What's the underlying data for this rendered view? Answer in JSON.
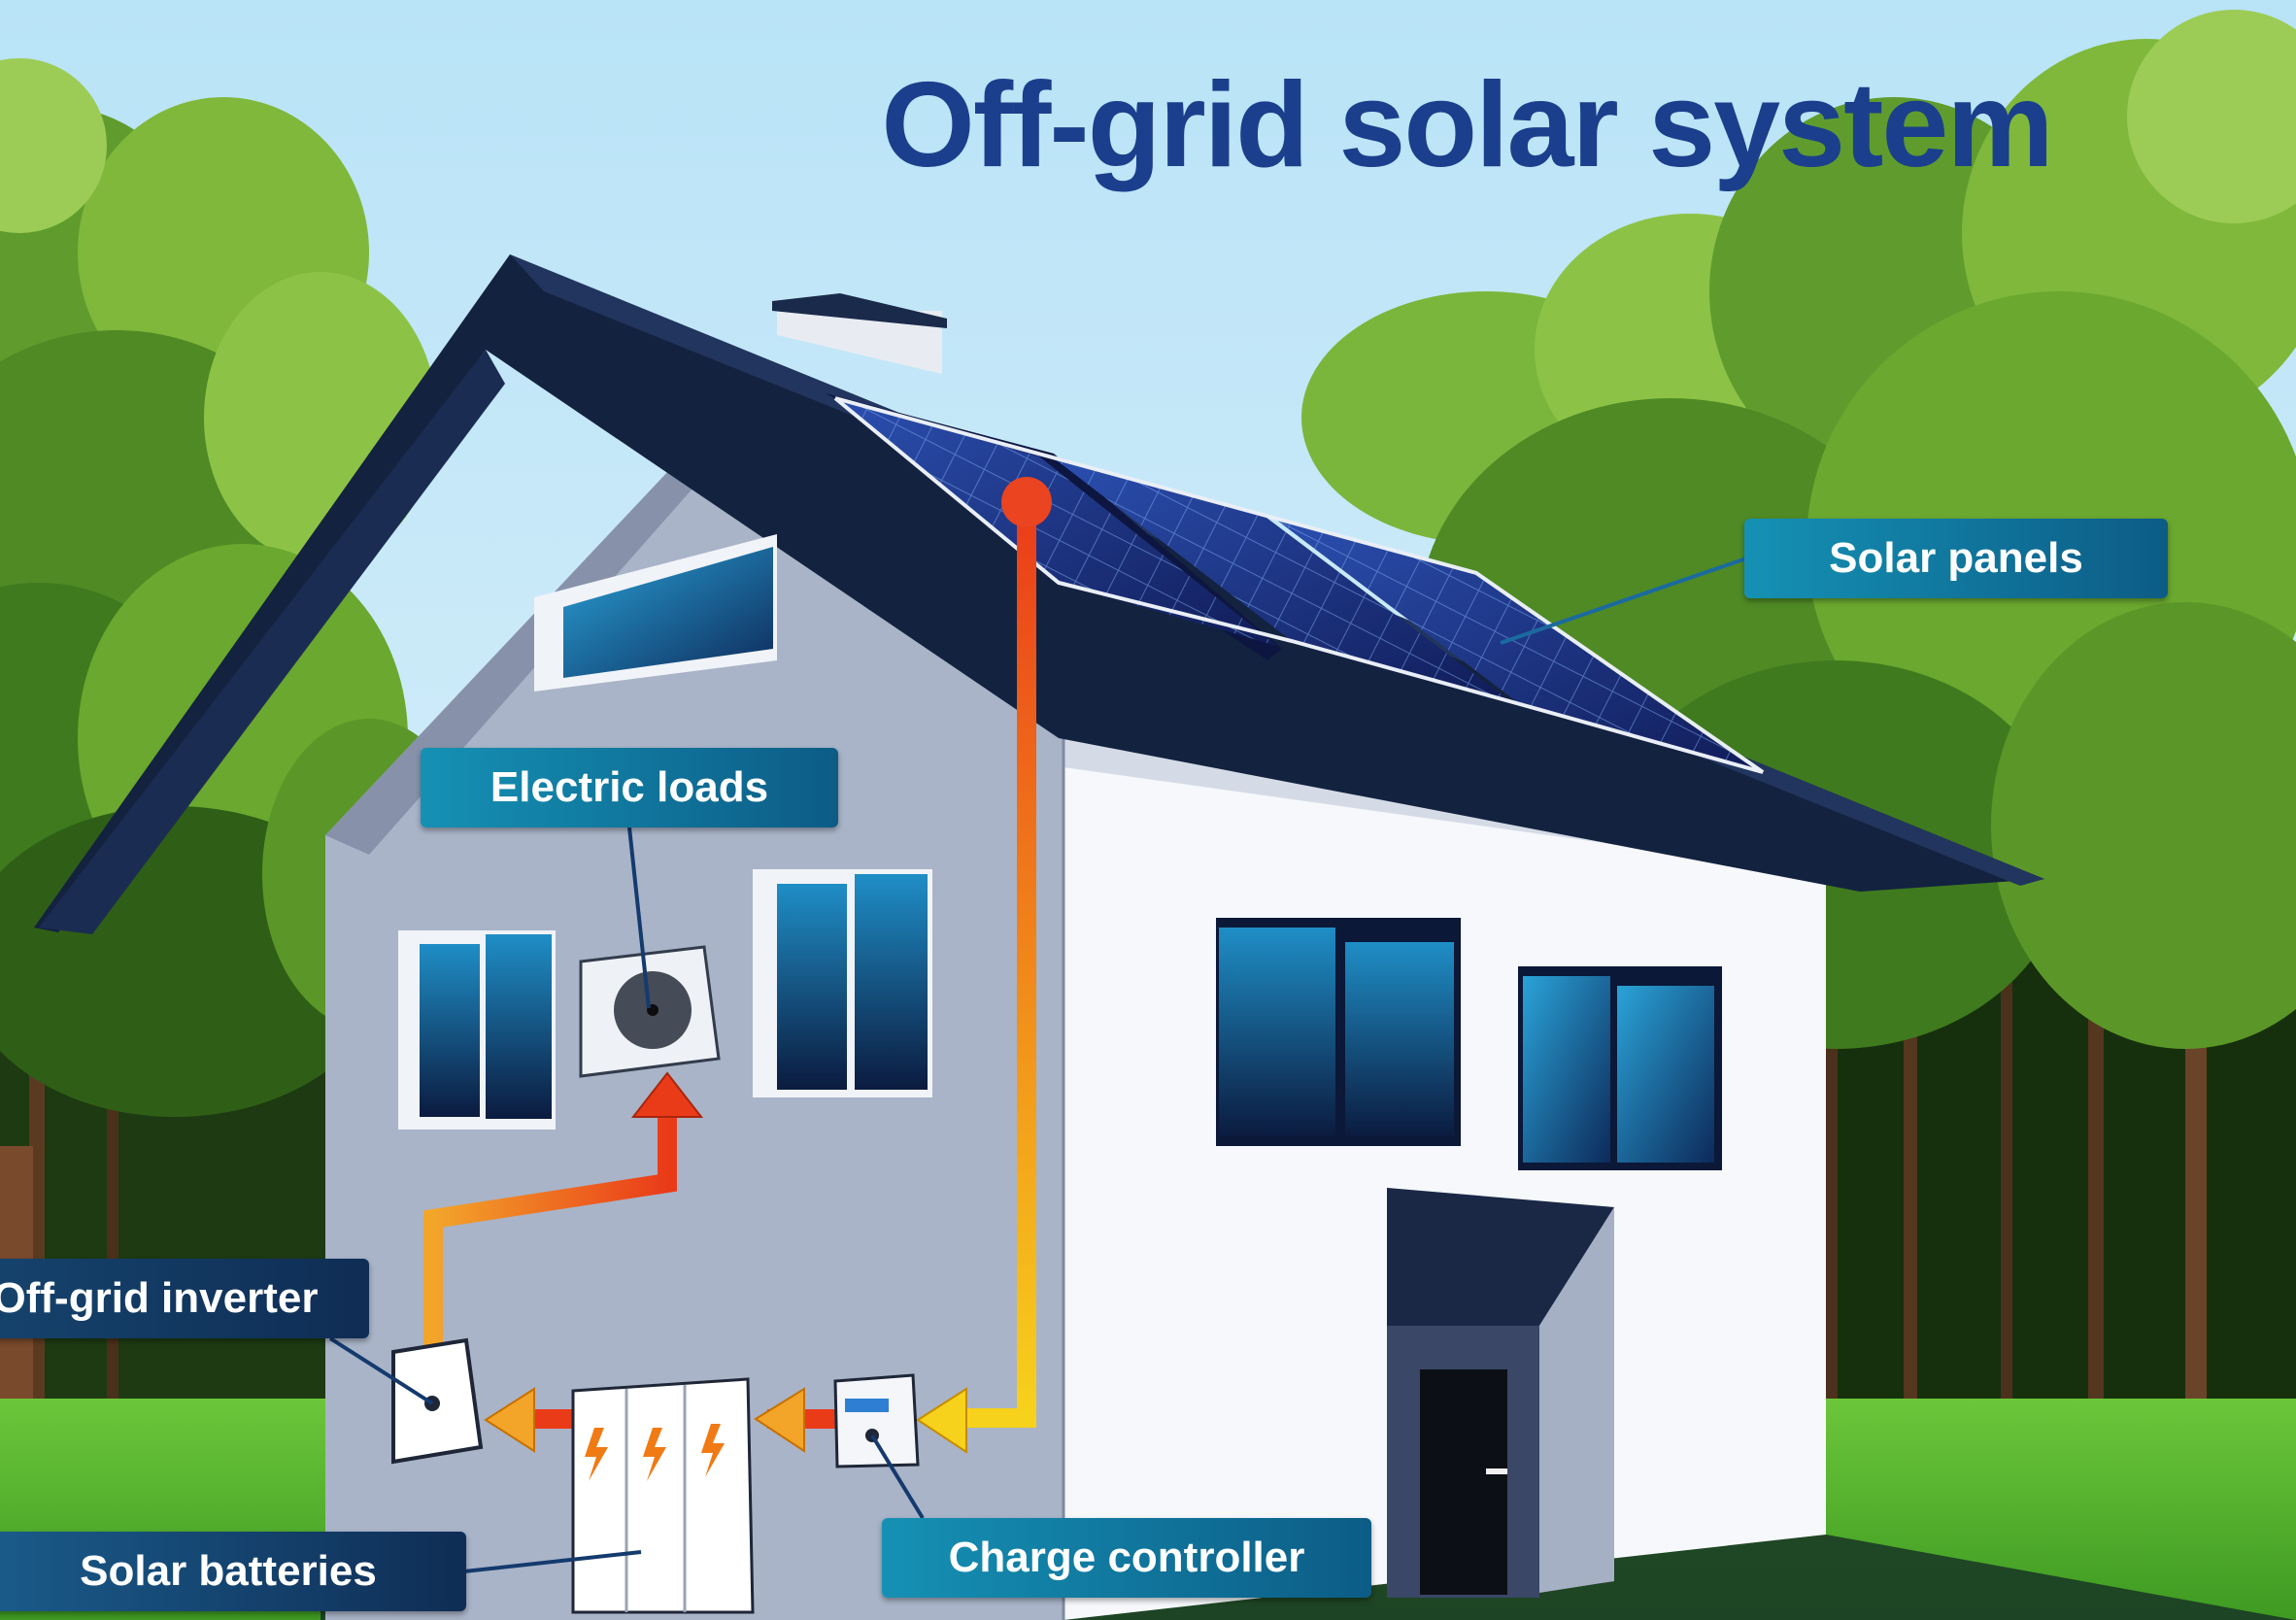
{
  "title": "Off-grid solar system",
  "components": {
    "solar_panels": "Solar panels",
    "electric_loads": "Electric loads",
    "off_grid_inverter": "Off-grid inverter",
    "solar_batteries": "Solar batteries",
    "charge_controller": "Charge controller"
  },
  "colors": {
    "title": "#1b3f8c",
    "label_teal": "#1591b4",
    "label_navy": "#0f2d55",
    "roof": "#13223f",
    "wall_grey": "#a9b4c8",
    "wall_white": "#f6f8fb",
    "flow_yellow": "#f7d21c",
    "flow_red": "#ea3b19"
  }
}
